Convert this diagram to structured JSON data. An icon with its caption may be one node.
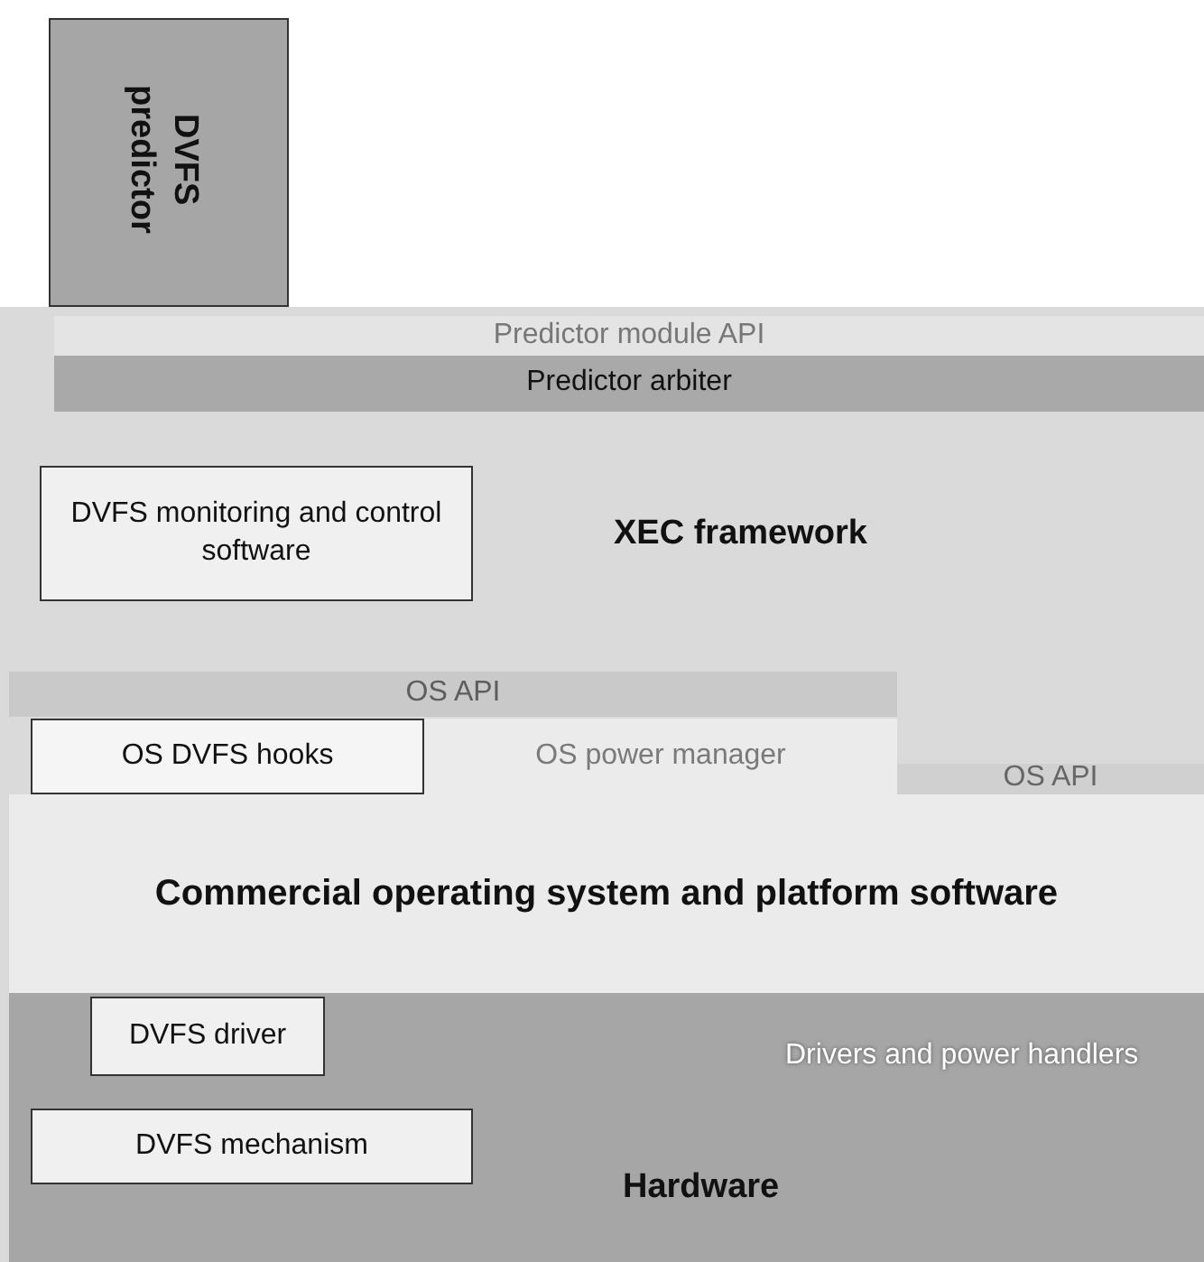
{
  "diagram": {
    "nodes": [
      {
        "text": [
          "DVFS predictor"
        ]
      },
      {
        "text": [
          "XEC framework"
        ]
      },
      {
        "text": [
          "Predictor module API"
        ],
        "in": 1
      },
      {
        "text": [
          "Predictor arbiter"
        ],
        "in": 1
      },
      {
        "text": [
          "DVFS monitoring and control software"
        ],
        "in": 1
      },
      {
        "text": [
          "OS API"
        ]
      },
      {
        "text": [
          "OS DVFS hooks"
        ]
      },
      {
        "text": [
          "OS power manager"
        ]
      },
      {
        "text": [
          "OS API"
        ]
      },
      {
        "text": [
          "Commercial operating system and platform software"
        ]
      },
      {
        "text": [
          "Hardware"
        ]
      },
      {
        "text": [
          "DVFS driver"
        ],
        "in": 10
      },
      {
        "text": [
          "DVFS mechanism"
        ],
        "in": 10
      }
    ],
    "edges": [],
    "labels": [
      "Drivers and power handlers"
    ]
  }
}
